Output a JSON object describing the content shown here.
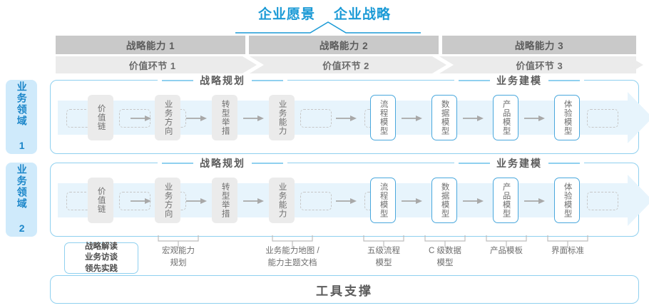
{
  "top_titles": [
    "企业愿景",
    "企业战略"
  ],
  "capabilities": [
    "战略能力 1",
    "战略能力 2",
    "战略能力 3"
  ],
  "value_links": [
    "价值环节 1",
    "价值环节 2",
    "价值环节 3"
  ],
  "domains": [
    {
      "side_label": "业务领域 1",
      "sections": [
        {
          "title": "战略规划",
          "steps": [
            "价值链",
            "业务方向",
            "转型举措",
            "业务能力"
          ]
        },
        {
          "title": "业务建模",
          "steps": [
            "流程模型",
            "数据模型",
            "产品模型",
            "体验模型"
          ]
        }
      ]
    },
    {
      "side_label": "业务领域 2",
      "sections": [
        {
          "title": "战略规划",
          "steps": [
            "价值链",
            "业务方向",
            "转型举措",
            "业务能力"
          ]
        },
        {
          "title": "业务建模",
          "steps": [
            "流程模型",
            "数据模型",
            "产品模型",
            "体验模型"
          ]
        }
      ]
    }
  ],
  "tool_box": "战略解读\n业务访谈\n领先实践",
  "tool_labels": [
    "宏观能力\n规划",
    "业务能力地图 /\n能力主题文档",
    "五级流程\n模型",
    "C 级数据\n模型",
    "产品模板",
    "界面标准"
  ],
  "tool_support_title": "工具支撑",
  "colors": {
    "accent_blue": "#1b9ad6",
    "light_blue_band": "#e7f4fc",
    "side_label_bg": "#cfeafb",
    "box_blue_border": "#4aa8dd",
    "header_gray": "#c9c9c9",
    "chevron_gray": "#ebebeb",
    "text_gray": "#6e6e6e"
  }
}
